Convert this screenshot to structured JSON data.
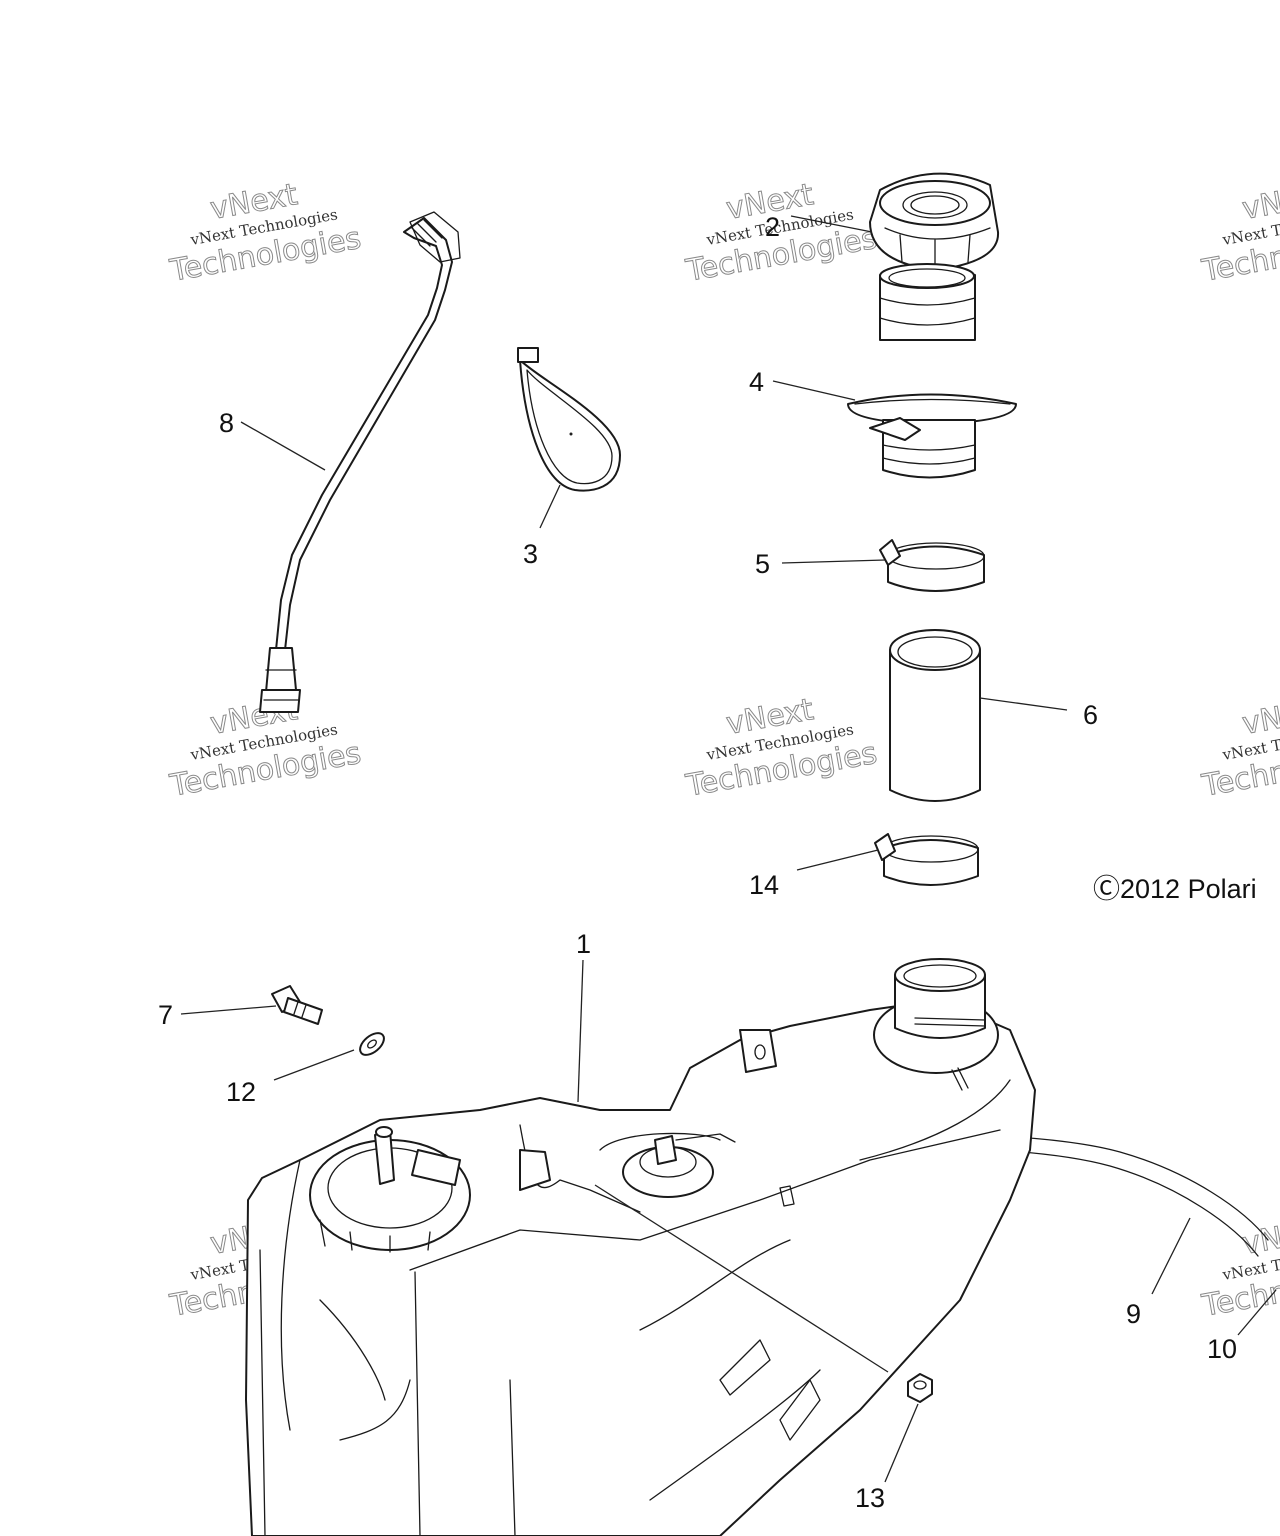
{
  "diagram": {
    "copyright": "Ⓒ2012 Polari",
    "watermark": {
      "line_small": "vNext Technologies",
      "line_big_1": "vNext",
      "line_big_2": "Technologies"
    },
    "callouts": [
      {
        "id": "c1",
        "label": "1"
      },
      {
        "id": "c2",
        "label": "2"
      },
      {
        "id": "c3",
        "label": "3"
      },
      {
        "id": "c4",
        "label": "4"
      },
      {
        "id": "c5",
        "label": "5"
      },
      {
        "id": "c6",
        "label": "6"
      },
      {
        "id": "c7",
        "label": "7"
      },
      {
        "id": "c8",
        "label": "8"
      },
      {
        "id": "c9",
        "label": "9"
      },
      {
        "id": "c10",
        "label": "10"
      },
      {
        "id": "c12",
        "label": "12"
      },
      {
        "id": "c13",
        "label": "13"
      },
      {
        "id": "c14",
        "label": "14"
      }
    ]
  }
}
